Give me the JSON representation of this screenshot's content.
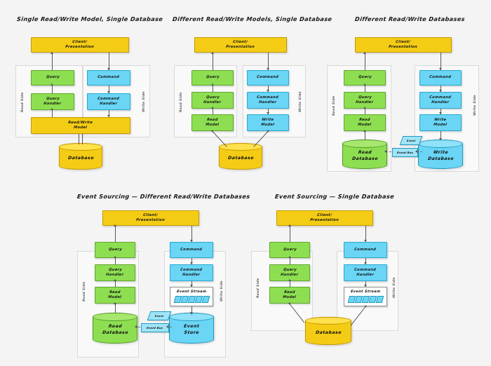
{
  "figure": {
    "background": "#f4f4f4",
    "palette": {
      "yellow": "#f5cc15",
      "green": "#8ede52",
      "blue": "#6ad5f5",
      "white": "#ffffff",
      "connector": "#555555"
    }
  },
  "labels": {
    "client": "Client/",
    "client2": "Presentation",
    "query": "Query",
    "query_handler_1": "Query",
    "query_handler_2": "Handler",
    "command": "Command",
    "command_handler_1": "Command",
    "command_handler_2": "Handler",
    "read_write_model_1": "Read/Write",
    "read_write_model_2": "Model",
    "read_model_1": "Read",
    "read_model_2": "Model",
    "write_model_1": "Write",
    "write_model_2": "Model",
    "database": "Database",
    "read_db_1": "Read",
    "read_db_2": "Database",
    "write_db_1": "Write",
    "write_db_2": "Database",
    "event_store_1": "Event",
    "event_store_2": "Store",
    "event_stream": "Event Stream",
    "event": "Event",
    "event_bus": "Event Bus",
    "read_side": "Read Side",
    "write_side": "Write Side"
  },
  "panels": [
    {
      "id": "panel-1",
      "title": "Single Read/Write Model, Single Database",
      "read_side": "Read Side",
      "write_side": "Write Side",
      "nodes": [
        "Client/ Presentation",
        "Query",
        "Query Handler",
        "Command",
        "Command Handler",
        "Read/Write Model"
      ],
      "datastores": [
        "Database"
      ]
    },
    {
      "id": "panel-2",
      "title": "Different Read/Write Models, Single Database",
      "read_side": "Read Side",
      "write_side": "Write Side",
      "nodes": [
        "Client/ Presentation",
        "Query",
        "Query Handler",
        "Read Model",
        "Command",
        "Command Handler",
        "Write Model"
      ],
      "datastores": [
        "Database"
      ]
    },
    {
      "id": "panel-3",
      "title": "Different Read/Write Databases",
      "read_side": "Read Side",
      "write_side": "Write Side",
      "nodes": [
        "Client/ Presentation",
        "Query",
        "Query Handler",
        "Read Model",
        "Command",
        "Command Handler",
        "Write Model"
      ],
      "datastores": [
        "Read Database",
        "Write Database"
      ],
      "bus": {
        "event": "Event",
        "event_bus": "Event Bus"
      }
    },
    {
      "id": "panel-4",
      "title": "Event Sourcing — Different Read/Write Databases",
      "read_side": "Read Side",
      "write_side": "Write Side",
      "nodes": [
        "Client/ Presentation",
        "Query",
        "Query Handler",
        "Read Model",
        "Command",
        "Command Handler",
        "Event Stream"
      ],
      "datastores": [
        "Read Database",
        "Event Store"
      ],
      "bus": {
        "event": "Event",
        "event_bus": "Event Bus"
      }
    },
    {
      "id": "panel-5",
      "title": "Event Sourcing — Single Database",
      "read_side": "Read Side",
      "write_side": "Write Side",
      "nodes": [
        "Client/ Presentation",
        "Query",
        "Query Handler",
        "Read Model",
        "Command",
        "Command Handler",
        "Event Stream"
      ],
      "datastores": [
        "Database"
      ]
    }
  ]
}
